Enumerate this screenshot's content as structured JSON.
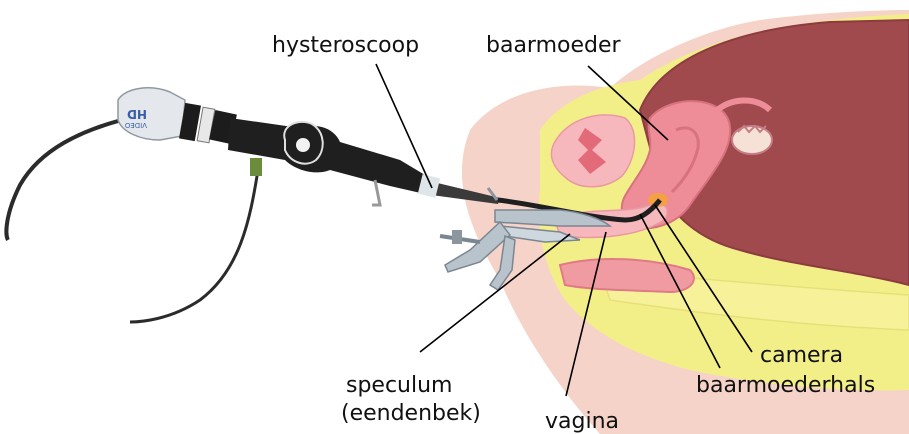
{
  "labels": {
    "hysteroscope": "hysteroscoop",
    "uterus": "baarmoeder",
    "speculum_line1": "speculum",
    "speculum_line2": "(eendenbek)",
    "vagina": "vagina",
    "camera": "camera",
    "cervix": "baarmoederhals"
  },
  "device_marking": {
    "top": "HD",
    "bottom": "VIDEO"
  },
  "colors": {
    "skin": "#f6d3c8",
    "fat": "#f3ef88",
    "muscle_dark": "#a04a4e",
    "uterus_pink": "#ee8d98",
    "tissue_light": "#f7b8bd",
    "scope_black": "#1f1f1f",
    "speculum_steel": "#b9c3cc",
    "camera_light": "#f5a23a"
  }
}
